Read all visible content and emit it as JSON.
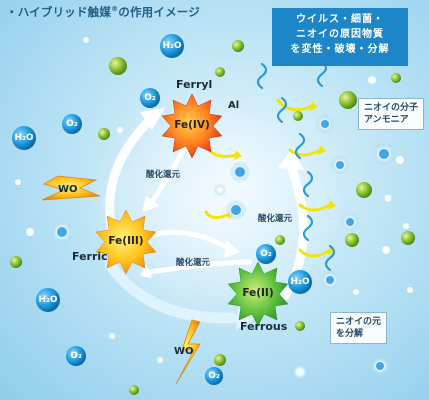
{
  "title": {
    "text": "・ハイブリッド触媒",
    "reg": "®",
    "rest": "の作用イメージ"
  },
  "callout": {
    "line1": "ウイルス・細菌・",
    "line2": "ニオイの原因物質",
    "line3": "を変性・破壊・分解"
  },
  "odor_tag": {
    "line1": "ニオイの分子",
    "line2": "アンモニア"
  },
  "decomp_tag": {
    "line1": "ニオイの元",
    "line2": "を分解"
  },
  "states": {
    "ferryl": {
      "name": "Ferryl",
      "symbol": "Fe(IV)"
    },
    "ferric": {
      "name": "Ferric",
      "symbol": "Fe(III)"
    },
    "ferrous": {
      "name": "Ferrous",
      "symbol": "Fe(II)"
    }
  },
  "redox_label": "酸化還元",
  "molecules": {
    "h2o": "H₂O",
    "o2": "O₂",
    "wo": "WO",
    "al": "Al"
  },
  "colors": {
    "ferryl": "#e8491d",
    "ferric": "#f39a12",
    "ferrous": "#3aa845",
    "callout": "#1c86c8",
    "wo": "#f7b51a"
  }
}
